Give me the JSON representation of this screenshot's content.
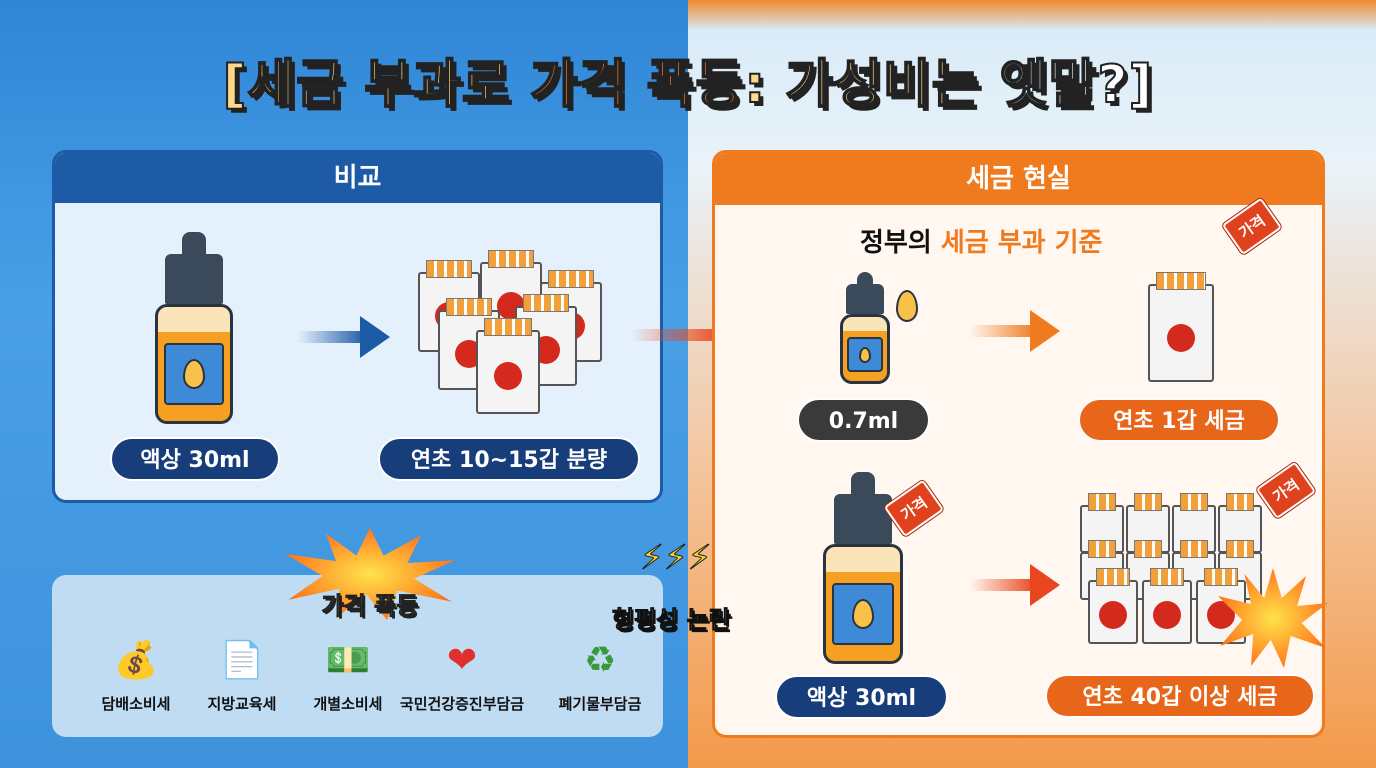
{
  "title": {
    "part1": "[세금 부과로 ",
    "part2": "가격 폭등",
    "part3": ": 가성비는 ",
    "part4": "옛말?]"
  },
  "compare": {
    "header": "비교",
    "liquid_label": "액상 30ml",
    "cig_label": "연초 10~15갑 분량"
  },
  "taxes": {
    "burst": "가격 폭등",
    "items": [
      {
        "label": "담배소비세",
        "icon": "money-bag-icon",
        "glyph": "💰"
      },
      {
        "label": "지방교육세",
        "icon": "document-icon",
        "glyph": "📄"
      },
      {
        "label": "개별소비세",
        "icon": "coin-bill-icon",
        "glyph": "💵"
      },
      {
        "label": "국민건강증진부담금",
        "icon": "heart-hand-icon",
        "glyph": "❤"
      },
      {
        "label": "폐기물부담금",
        "icon": "recycle-bin-icon",
        "glyph": "♻"
      }
    ]
  },
  "controversy": "형평성 논란",
  "reality": {
    "header": "세금 현실",
    "subtitle1": "정부의 ",
    "subtitle2": "세금 부과 기준",
    "small_liquid": "0.7ml",
    "one_pack": "연초 1갑 세금",
    "liquid_label": "액상 30ml",
    "forty_packs": "연초 40갑 이상 세금",
    "tag": "가격"
  },
  "colors": {
    "blue": "#1e5ba6",
    "orange": "#f07a1e",
    "navy": "#173e7a",
    "red": "#e0421e"
  }
}
